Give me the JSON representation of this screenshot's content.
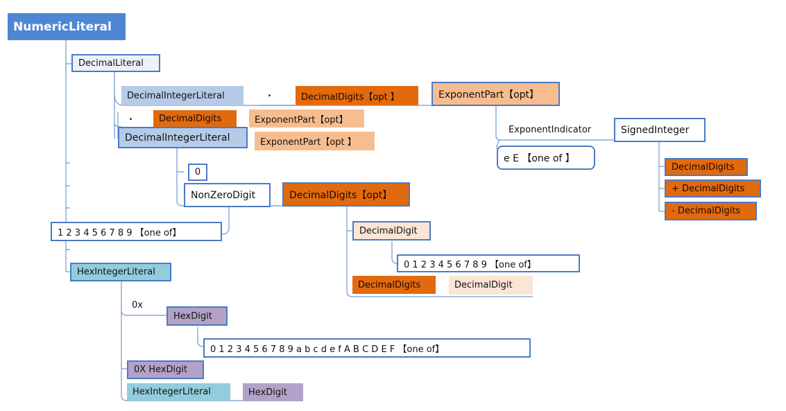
{
  "diagram": {
    "root": "NumericLiteral",
    "decimal_literal": "DecimalLiteral",
    "decimal_integer_literal_1": "DecimalIntegerLiteral",
    "dot_1": ".",
    "decimal_digits_opt_1": "DecimalDigits【opt 】",
    "exponent_part_opt_1": "ExponentPart【opt】",
    "dot_2": ".",
    "decimal_digits_1": "DecimalDigits",
    "exponent_part_opt_2": "ExponentPart【opt】",
    "decimal_integer_literal_2": "DecimalIntegerLiteral",
    "exponent_part_opt_3": "ExponentPart【opt 】",
    "exponent_indicator": "ExponentIndicator",
    "signed_integer": "SignedInteger",
    "e_one_of": "e  E  【one of 】",
    "signed_decimal_digits": "DecimalDigits",
    "plus_decimal_digits": "+ DecimalDigits",
    "minus_decimal_digits": "- DecimalDigits",
    "zero": "0",
    "non_zero_digit": "NonZeroDigit",
    "decimal_digits_opt_2": "DecimalDigits【opt】",
    "nonzero_one_of": "1  2  3  4  5  6  7  8  9 【one of】",
    "decimal_digit_1": "DecimalDigit",
    "digit_one_of": "0  1  2  3  4  5  6  7  8  9 【one of】",
    "decimal_digits_2": "DecimalDigits",
    "decimal_digit_2": "DecimalDigit",
    "hex_integer_literal_1": "HexIntegerLiteral",
    "hex_prefix_lower": "0x",
    "hex_digit_1": "HexDigit",
    "hex_one_of": "0  1  2  3  4  5  6  7  8  9  a  b  c  d  e  f  A  B  C  D  E  F 【one of】",
    "hex_upper_prefix": "0X HexDigit",
    "hex_integer_literal_2": "HexIntegerLiteral",
    "hex_digit_2": "HexDigit"
  },
  "colors": {
    "line": "#6f98d2",
    "border": "#4a7ac6",
    "root": "#4f86d4",
    "orange": "#e26a0e",
    "peach": "#f7bd8f",
    "pale": "#fbe5d5",
    "blue": "#b5cbe8",
    "teal": "#93cddd",
    "purple": "#b3a2c8"
  }
}
